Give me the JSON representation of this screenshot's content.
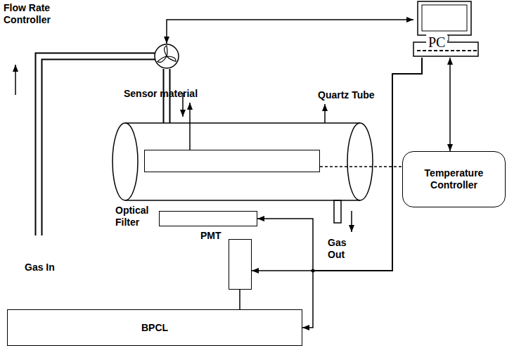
{
  "diagram": {
    "nodes": [
      {
        "text": [
          "Flow Rate Controller"
        ]
      },
      {
        "text": [
          "PC"
        ]
      },
      {
        "text": [
          "Quartz Tube"
        ]
      },
      {
        "text": [
          "Sensor material"
        ],
        "in": 2
      },
      {
        "text": [
          "Temperature Controller"
        ]
      },
      {
        "text": [
          "Optical Filter"
        ]
      },
      {
        "text": [
          "PMT"
        ]
      },
      {
        "text": [
          "BPCL"
        ]
      }
    ],
    "edges": [
      {
        "from": 0,
        "to": 1,
        "arrow": "both"
      },
      {
        "from": 1,
        "to": 4,
        "arrow": "both"
      },
      {
        "from": 0,
        "to": 2,
        "arrow": "none"
      },
      {
        "from": 3,
        "to": 4,
        "arrow": "none"
      },
      {
        "from": 1,
        "to": 6,
        "arrow": "to"
      },
      {
        "from": 1,
        "to": 5,
        "arrow": "to"
      },
      {
        "from": 1,
        "to": 7,
        "arrow": "to"
      },
      {
        "from": 6,
        "to": 7,
        "arrow": "none"
      }
    ],
    "labels": [
      "Gas In",
      "Gas Out"
    ]
  }
}
